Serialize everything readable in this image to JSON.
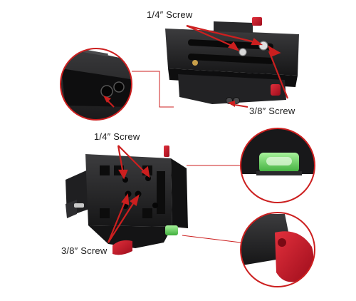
{
  "labels": {
    "top_quarter_screw": "1/4″ Screw",
    "top_three_eighths_screw": "3/8″  Screw",
    "bottom_quarter_screw": "1/4″  Screw",
    "bottom_three_eighths_screw": "3/8″  Screw"
  },
  "colors": {
    "body": "#1c1c1e",
    "body_highlight": "#3a3a3c",
    "accent_red": "#c8102e",
    "callout_ring": "#cc1f1f",
    "bubble_green": "#5fd35a",
    "brass": "#c9a04a"
  }
}
